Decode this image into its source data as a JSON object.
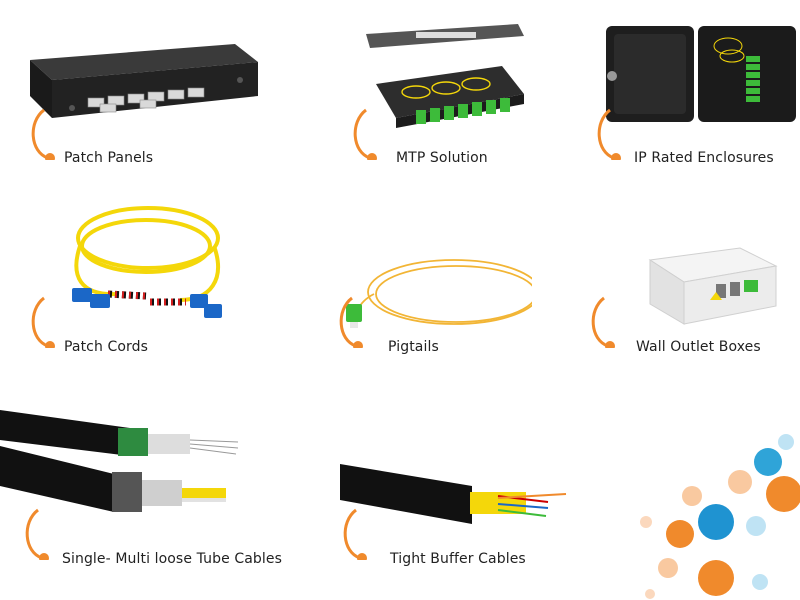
{
  "colors": {
    "accent_orange": "#f08a2c",
    "accent_blue": "#2fa4d8",
    "light_peach": "#f9c9a0",
    "light_blue": "#bfe3f4",
    "fiber_yellow": "#f4d70a",
    "connector_blue": "#1b67c7",
    "connector_green": "#3dbb3a"
  },
  "products": [
    {
      "label": "Patch Panels",
      "icon": "patch-panel"
    },
    {
      "label": "MTP Solution",
      "icon": "mtp-cassette"
    },
    {
      "label": "IP Rated Enclosures",
      "icon": "enclosure"
    },
    {
      "label": "Patch Cords",
      "icon": "patch-cord"
    },
    {
      "label": "Pigtails",
      "icon": "pigtail"
    },
    {
      "label": "Wall Outlet Boxes",
      "icon": "wall-outlet"
    },
    {
      "label": "Single- Multi loose Tube Cables",
      "icon": "loose-tube-cable"
    },
    {
      "label": "Tight Buffer Cables",
      "icon": "tight-buffer-cable"
    }
  ]
}
